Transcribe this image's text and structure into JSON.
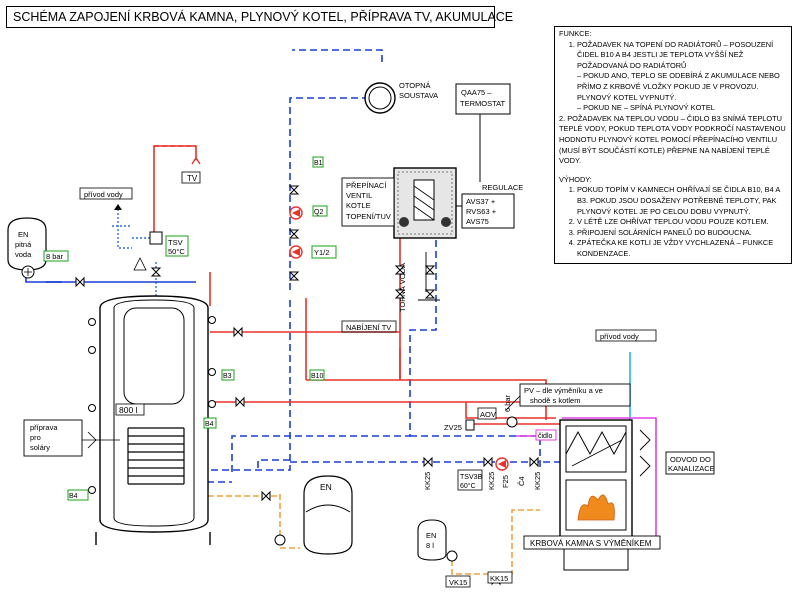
{
  "title": "SCHÉMA ZAPOJENÍ KRBOVÁ KAMNA, PLYNOVÝ KOTEL, PŘÍPRAVA TV, AKUMULACE",
  "notes": {
    "funkce_heading": "FUNKCE:",
    "funkce_items": [
      {
        "main": "POŽADAVEK NA TOPENÍ DO RADIÁTORŮ – POSOUZENÍ ČIDEL B10 A B4 JESTLI JE TEPLOTA VYŠŠÍ NEŽ POŽADOVANÁ DO RADIÁTORŮ",
        "sub_a": "– POKUD ANO, TEPLO SE ODEBÍRÁ Z AKUMULACE NEBO PŘÍMO Z KRBOVÉ VLOŽKY POKUD JE V PROVOZU. PLYNOVÝ KOTEL VYPNUTÝ.",
        "sub_b": "– POKUD NE – SPÍNÁ PLYNOVÝ KOTEL"
      }
    ],
    "funkce_2": "2. POŽADAVEK NA TEPLOU VODU – ČIDLO B3 SNÍMÁ TEPLOTU TEPLÉ VODY, POKUD TEPLOTA VODY PODKROČÍ NASTAVENOU HODNOTU PLYNOVÝ KOTEL POMOCÍ PŘEPÍNACÍHO VENTILU (MUSÍ BÝT SOUČÁSTÍ KOTLE) PŘEPNE NA NABÍJENÍ TEPLÉ VODY.",
    "vyhody_heading": "VÝHODY:",
    "vyhody_items": [
      "POKUD TOPÍM V KAMNECH OHŘÍVAJÍ SE ČIDLA B10, B4 A B3. POKUD JSOU DOSAŽENY POTŘEBNÉ TEPLOTY, PAK PLYNOVÝ KOTEL JE PO CELOU DOBU VYPNUTÝ.",
      "V LÉTĚ LZE OHŘÍVAT TEPLOU VODU POUZE KOTLEM.",
      "PŘIPOJENÍ SOLÁRNÍCH PANELŮ DO BUDOUCNA.",
      "ZPÁTEČKA KE KOTLI JE VŽDY VYCHLAZENÁ – FUNKCE KONDENZACE."
    ]
  },
  "labels": {
    "otopna": [
      "OTOPNÁ",
      "SOUSTAVA"
    ],
    "qaa": [
      "QAA75 –",
      "TERMOSTAT"
    ],
    "regulace": "REGULACE",
    "avs": [
      "AVS37 +",
      "RVS63 +",
      "AVS75"
    ],
    "prepinaci": [
      "PŘEPÍNACÍ",
      "VENTIL",
      "KOTLE",
      "TOPENÍ/TUV"
    ],
    "topna_voda": "TOPNÁ VODA",
    "tv": "TV",
    "privod_vody_left": "přívod vody",
    "privod_vody_right": "přívod vody",
    "en_pitna": [
      "EN",
      "pitná",
      "voda"
    ],
    "bar8": "8 bar",
    "tsv": [
      "TSV",
      "50°C"
    ],
    "b1": "B1",
    "q2": "Q2",
    "y1": "Y1/2",
    "b3": "B3",
    "b10": "B10",
    "b4": "B4",
    "b4q5": "B4",
    "nabijeni": "NABÍJENÍ TV",
    "tank": "800 l",
    "priprava": [
      "příprava",
      "pro",
      "soláry"
    ],
    "en_lower": "EN",
    "en8": [
      "EN",
      "8 l"
    ],
    "vk15": "VK15",
    "kk15": "KK15",
    "pv": [
      "PV – dle výměníku a ve",
      "shodě s kotlem"
    ],
    "bar6": "6 bar",
    "aov": "AOV",
    "zv25": "ZV25",
    "cidlo": "čidlo",
    "kk25a": "KK25",
    "tsv3b": [
      "TSV3B",
      "60°C"
    ],
    "kk25b": "KK25",
    "f25": "F25",
    "c4": "Č4",
    "kk25c": "KK25",
    "odvod": [
      "ODVOD DO",
      "KANALIZACE"
    ],
    "krbova": "KRBOVÁ KAMNA S VÝMĚNÍKEM"
  },
  "colors": {
    "hot": "#e8312a",
    "cold_dashed": "#1a3fd6",
    "cold_water": "#2f6fe0",
    "orange": "#f2a03c",
    "magenta": "#e040e0",
    "cyan": "#20b8d8",
    "green": "#18a018",
    "flame": "#f08a1c"
  }
}
